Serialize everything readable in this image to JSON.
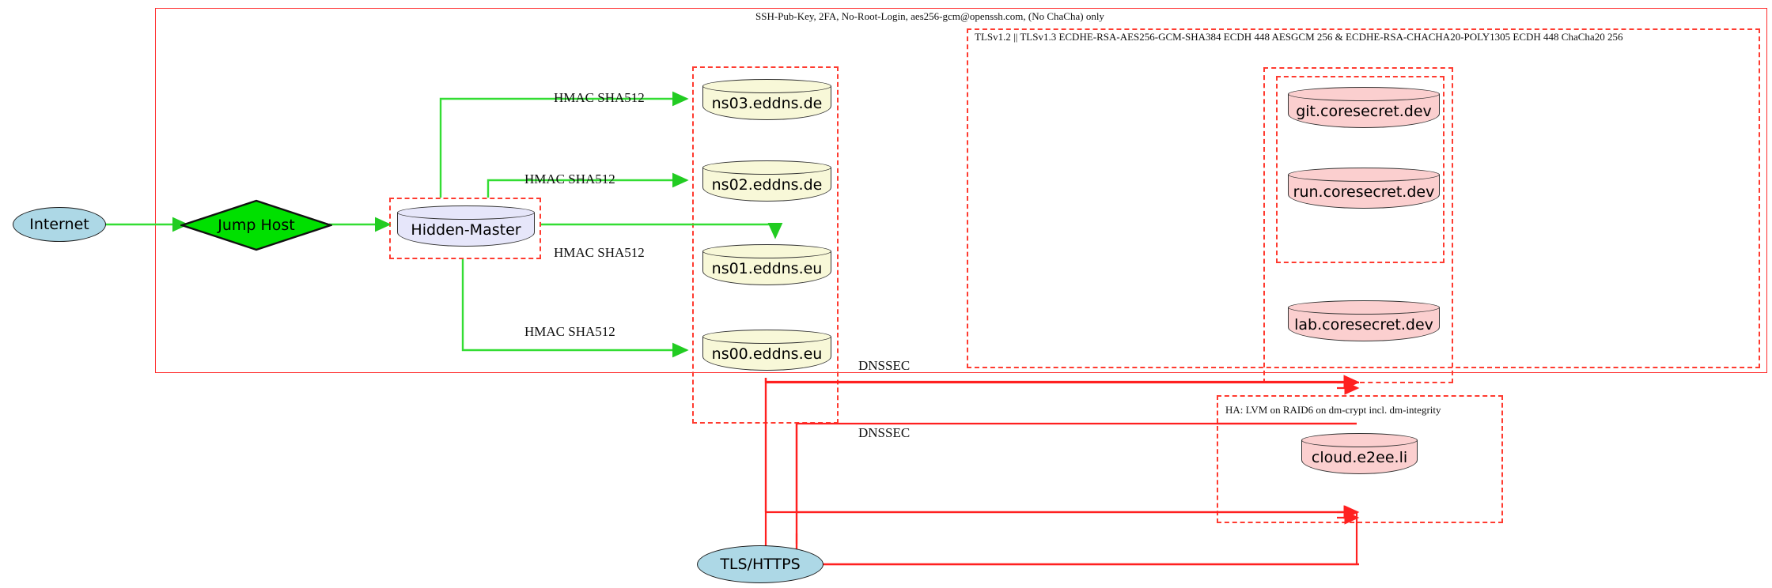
{
  "diagram": {
    "title": "Secure infrastructure network diagram",
    "colors": {
      "boundary_red": "#ff2b2b",
      "ssh_green": "#33dd33",
      "dnssec_red": "#ff2020",
      "internet_blue": "#add8e6",
      "jumphost_green": "#00e000",
      "master_lavender": "#e6e6fa",
      "ns_yellow": "#f8f8d8",
      "service_pink": "#fbcfcf"
    }
  },
  "zones": {
    "ssh_zone": {
      "label": "SSH-Pub-Key, 2FA, No-Root-Login, aes256-gcm@openssh.com, (No ChaCha) only"
    },
    "tls_zone": {
      "label": "TLSv1.2 || TLSv1.3 ECDHE-RSA-AES256-GCM-SHA384 ECDH 448 AESGCM 256 & ECDHE-RSA-CHACHA20-POLY1305 ECDH 448 ChaCha20 256"
    },
    "ha_zone": {
      "label": "HA: LVM on RAID6 on dm-crypt incl. dm-integrity"
    },
    "master_zone": {
      "label": ""
    },
    "ns_zone": {
      "label": ""
    },
    "coresecret_outer_zone": {
      "label": ""
    },
    "coresecret_inner_zone": {
      "label": ""
    },
    "cloud_zone": {
      "label": ""
    }
  },
  "nodes": {
    "internet": {
      "label": "Internet",
      "shape": "ellipse",
      "color": "#add8e6"
    },
    "jump_host": {
      "label": "Jump Host",
      "shape": "diamond",
      "color": "#00e000"
    },
    "hidden_master": {
      "label": "Hidden-Master",
      "shape": "cylinder",
      "color": "#e6e6fa"
    },
    "ns03": {
      "label": "ns03.eddns.de",
      "shape": "cylinder",
      "color": "#f8f8d8"
    },
    "ns02": {
      "label": "ns02.eddns.de",
      "shape": "cylinder",
      "color": "#f8f8d8"
    },
    "ns01": {
      "label": "ns01.eddns.eu",
      "shape": "cylinder",
      "color": "#f8f8d8"
    },
    "ns00": {
      "label": "ns00.eddns.eu",
      "shape": "cylinder",
      "color": "#f8f8d8"
    },
    "git": {
      "label": "git.coresecret.dev",
      "shape": "cylinder",
      "color": "#fbcfcf"
    },
    "run": {
      "label": "run.coresecret.dev",
      "shape": "cylinder",
      "color": "#fbcfcf"
    },
    "lab": {
      "label": "lab.coresecret.dev",
      "shape": "cylinder",
      "color": "#fbcfcf"
    },
    "cloud": {
      "label": "cloud.e2ee.li",
      "shape": "cylinder",
      "color": "#fbcfcf"
    },
    "tls_https": {
      "label": "TLS/HTTPS",
      "shape": "ellipse",
      "color": "#add8e6"
    }
  },
  "edge_labels": {
    "hmac_ns03": "HMAC SHA512",
    "hmac_ns02": "HMAC SHA512",
    "hmac_ns01": "HMAC SHA512",
    "hmac_ns00": "HMAC SHA512",
    "dnssec_upper": "DNSSEC",
    "dnssec_lower": "DNSSEC"
  }
}
